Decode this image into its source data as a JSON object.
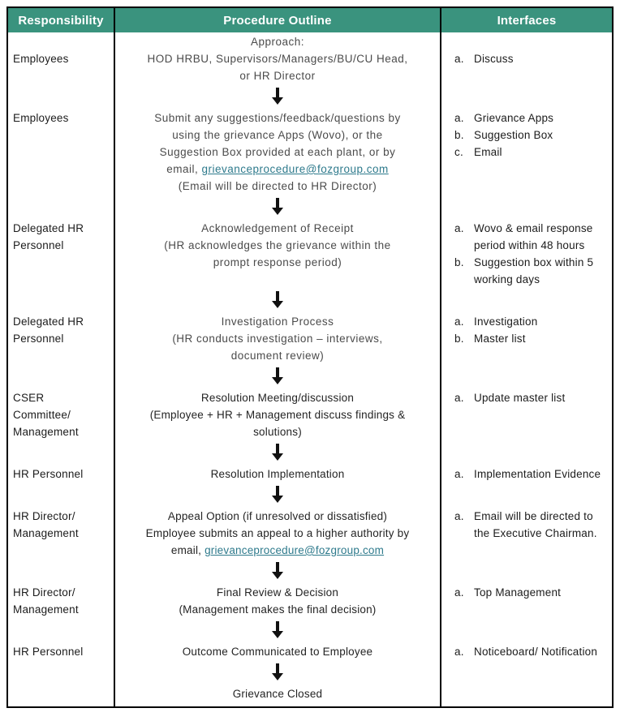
{
  "colors": {
    "header_bg": "#3A937E",
    "header_text": "#ffffff",
    "link": "#2E7A8C",
    "border": "#000000",
    "body_text": "#1c1c1c",
    "muted_text": "#4b4b4b"
  },
  "header": {
    "responsibility": "Responsibility",
    "procedure": "Procedure Outline",
    "interfaces": "Interfaces"
  },
  "steps": [
    {
      "responsibility_lines": [
        "Employees"
      ],
      "procedure_lines": [
        "Approach:",
        "HOD HRBU, Supervisors/Managers/BU/CU Head,",
        "or HR Director"
      ],
      "interfaces": [
        {
          "letter": "a.",
          "text": "Discuss"
        }
      ]
    },
    {
      "responsibility_lines": [
        "Employees"
      ],
      "procedure_lines": [
        "Submit any suggestions/feedback/questions by",
        "using the grievance Apps (Wovo), or the",
        "Suggestion Box provided at each plant, or by"
      ],
      "link_prefix": "email, ",
      "link": "grievanceprocedure@fozgroup.com",
      "procedure_after": "(Email will be directed to HR Director)",
      "interfaces": [
        {
          "letter": "a.",
          "text": "Grievance Apps"
        },
        {
          "letter": "b.",
          "text": "Suggestion Box"
        },
        {
          "letter": "c.",
          "text": "Email"
        }
      ]
    },
    {
      "responsibility_lines": [
        "Delegated HR",
        "Personnel"
      ],
      "procedure_lines": [
        "Acknowledgement of Receipt",
        "(HR acknowledges the grievance within the",
        "prompt response period)"
      ],
      "interfaces": [
        {
          "letter": "a.",
          "text": "Wovo & email response period within 48 hours"
        },
        {
          "letter": "b.",
          "text": "Suggestion box within 5 working days"
        }
      ]
    },
    {
      "responsibility_lines": [
        "Delegated HR",
        "Personnel"
      ],
      "procedure_lines": [
        "Investigation Process",
        "(HR conducts investigation – interviews,",
        "document review)"
      ],
      "interfaces": [
        {
          "letter": "a.",
          "text": "Investigation"
        },
        {
          "letter": "b.",
          "text": "Master list"
        }
      ]
    },
    {
      "responsibility_lines": [
        "CSER",
        "Committee/",
        "Management"
      ],
      "procedure_lines": [
        "Resolution Meeting/discussion",
        "(Employee + HR + Management discuss findings &",
        "solutions)"
      ],
      "interfaces": [
        {
          "letter": "a.",
          "text": "Update master list"
        }
      ]
    },
    {
      "responsibility_lines": [
        "HR Personnel"
      ],
      "procedure_lines": [
        "Resolution Implementation"
      ],
      "interfaces": [
        {
          "letter": "a.",
          "text": "Implementation Evidence"
        }
      ]
    },
    {
      "responsibility_lines": [
        "HR Director/",
        "Management"
      ],
      "procedure_lines": [
        "Appeal Option (if unresolved or dissatisfied)",
        "Employee submits an appeal to a higher authority by"
      ],
      "link_prefix": "email, ",
      "link": "grievanceprocedure@fozgroup.com",
      "interfaces": [
        {
          "letter": "a.",
          "text": "Email will be directed to the Executive Chairman."
        }
      ]
    },
    {
      "responsibility_lines": [
        "HR Director/",
        "Management"
      ],
      "procedure_lines": [
        "Final Review & Decision",
        "(Management makes the final decision)"
      ],
      "interfaces": [
        {
          "letter": "a.",
          "text": "Top Management"
        }
      ]
    },
    {
      "responsibility_lines": [
        "HR Personnel"
      ],
      "procedure_lines": [
        "Outcome Communicated to Employee"
      ],
      "interfaces": [
        {
          "letter": "a.",
          "text": "Noticeboard/ Notification"
        }
      ]
    }
  ],
  "closing": "Grievance Closed"
}
